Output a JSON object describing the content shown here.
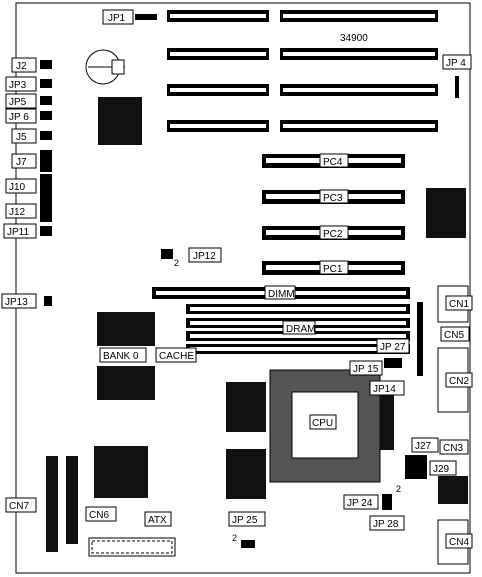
{
  "board_code": "34900",
  "jumpers": {
    "jp1": "JP1",
    "jp4": "JP 4",
    "j2": "J2",
    "jp3": "JP3",
    "jp5": "JP5",
    "jp6": "JP 6",
    "j5": "J5",
    "j7": "J7",
    "j10": "J10",
    "j12": "J12",
    "jp11": "JP11",
    "jp12": "JP12",
    "jp13": "JP13",
    "jp15": "JP 15",
    "jp27": "JP 27",
    "jp14": "JP14",
    "j27": "J27",
    "j29": "J29",
    "jp24": "JP 24",
    "jp28": "JP 28",
    "jp25": "JP 25"
  },
  "pin_marks": {
    "jp12_pin": "2",
    "jp24_pin": "2",
    "jp25_pin": "2"
  },
  "slots": {
    "pc4": "PC4",
    "pc3": "PC3",
    "pc2": "PC2",
    "pc1": "PC1",
    "dimm": "DIMM",
    "dram": "DRAM"
  },
  "components": {
    "bank0": "BANK 0",
    "cache": "CACHE",
    "cpu": "CPU",
    "atx": "ATX"
  },
  "connectors": {
    "cn1": "CN1",
    "cn2": "CN2",
    "cn3": "CN3",
    "cn4": "CN4",
    "cn5": "CN5",
    "cn6": "CN6",
    "cn7": "CN7"
  }
}
